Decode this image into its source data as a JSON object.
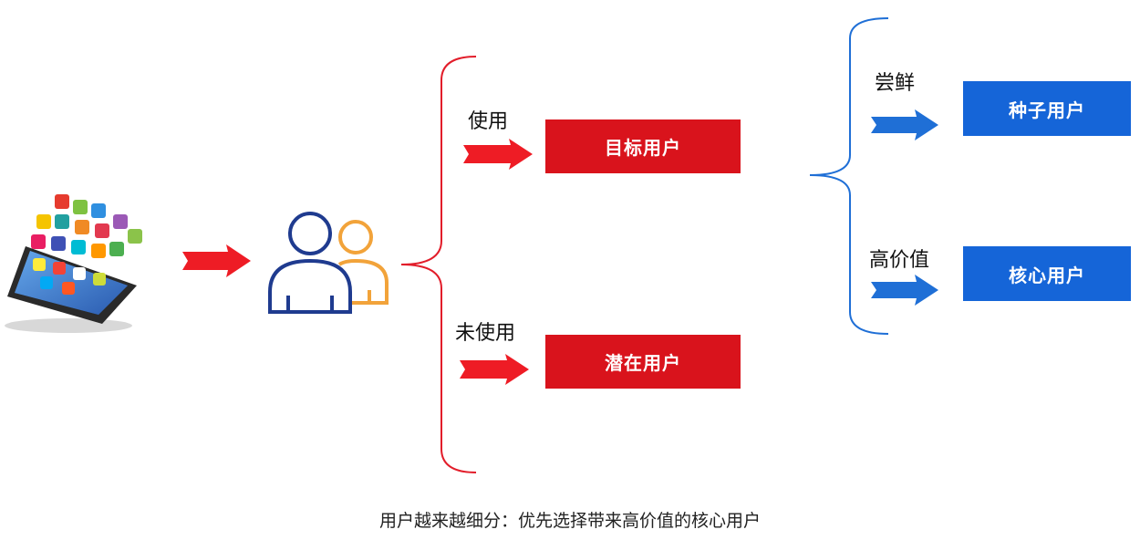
{
  "diagram": {
    "colors": {
      "red": "#d9131c",
      "blue": "#1565d8",
      "navy": "#1f3b8f",
      "orange": "#f2a33a"
    },
    "icons": [
      "smartphone-apps-icon",
      "users-icon"
    ],
    "branch_used": {
      "label": "使用",
      "box": "目标用户"
    },
    "branch_unused": {
      "label": "未使用",
      "box": "潜在用户"
    },
    "branch_try": {
      "label": "尝鲜",
      "box": "种子用户"
    },
    "branch_high_value": {
      "label": "高价值",
      "box": "核心用户"
    },
    "caption": "用户越来越细分：优先选择带来高价值的核心用户"
  }
}
